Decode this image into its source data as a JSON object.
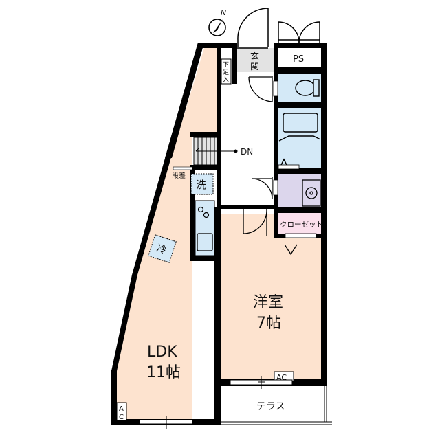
{
  "floorplan": {
    "compass": {
      "label": "N"
    },
    "rooms": {
      "ldk": {
        "name": "LDK",
        "size": "11帖"
      },
      "western": {
        "name": "洋室",
        "size": "7帖"
      },
      "entrance": {
        "name_line1": "玄",
        "name_line2": "関"
      },
      "shoe_box": {
        "line1": "下",
        "line2": "足",
        "line3": "入"
      },
      "ps": {
        "name": "PS"
      },
      "closet": {
        "name": "クローゼット"
      },
      "terrace": {
        "name": "テラス"
      }
    },
    "fixtures": {
      "stairs_label": "DN",
      "step_label": "段差",
      "washer": "洗",
      "fridge": "冷",
      "ac_western": "AC",
      "ac_ldk_line1": "A",
      "ac_ldk_line2": "C"
    },
    "colors": {
      "wall": "#000000",
      "floor_room": "#fde3cf",
      "wet_area": "#d4e9f7",
      "washroom": "#dcd6ec",
      "closet": "#fbe0ec",
      "entrance": "#e3e3e3",
      "stairs": "#e3e3e3"
    }
  }
}
